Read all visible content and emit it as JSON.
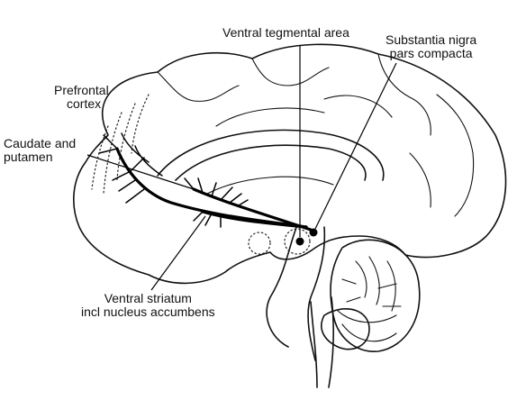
{
  "labels": {
    "vta": "Ventral tegmental area",
    "snc_line1": "Substantia nigra",
    "snc_line2": "pars compacta",
    "pfc_line1": "Prefrontal",
    "pfc_line2": "cortex",
    "caudate_line1": "Caudate and",
    "caudate_line2": "putamen",
    "vs_line1": "Ventral striatum",
    "vs_line2": "incl nucleus accumbens"
  }
}
